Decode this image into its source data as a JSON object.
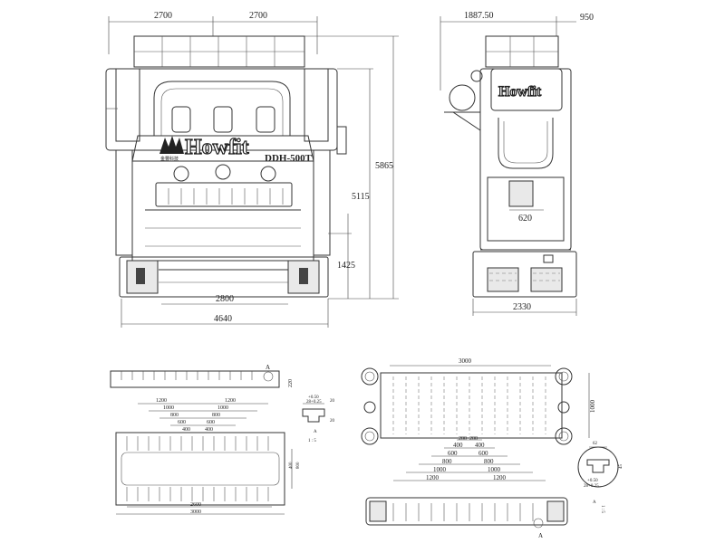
{
  "front_view": {
    "dims_top": [
      "2700",
      "2700"
    ],
    "dim_overall_height": "5865",
    "dim_height_5115": "5115",
    "dim_height_1425": "1425",
    "dim_bolster_width": "2800",
    "dim_overall_width": "4640",
    "brand": "Howfit",
    "model": "DDH-500T",
    "chinese_label": "金豐科技"
  },
  "side_view": {
    "dim_top_left": "1887.50",
    "dim_top_right": "950",
    "brand": "Howfit",
    "dim_620": "620",
    "dim_overall_depth": "2330"
  },
  "slide_detail": {
    "marker_A": "A",
    "dim_220": "220",
    "row_1200": [
      "1200",
      "1200"
    ],
    "row_1000": [
      "1000",
      "1000"
    ],
    "row_800": [
      "800",
      "800"
    ],
    "row_600": [
      "600",
      "600"
    ],
    "row_400": [
      "400",
      "400"
    ],
    "dim_2600": "2600",
    "dim_3000": "3000",
    "dim_400": "400",
    "dim_800": "800"
  },
  "tslot_small": {
    "tol_1": "+0.50",
    "tol_2": "28+0.25",
    "dim_20": "20",
    "dim_20b": "20",
    "label_A": "A",
    "scale": "1 : 5"
  },
  "bolster_detail": {
    "dim_3000": "3000",
    "dim_1000": "1000",
    "row_200": [
      "200",
      "200"
    ],
    "row_400": [
      "400",
      "400"
    ],
    "row_600": [
      "600",
      "600"
    ],
    "row_800": [
      "800",
      "800"
    ],
    "row_1000": [
      "1000",
      "1000"
    ],
    "row_1200": [
      "1200",
      "1200"
    ],
    "marker_A": "A"
  },
  "tslot_large": {
    "dim_62": "62",
    "tol_1": "+0.50",
    "tol_2": "28+0.25",
    "dim_45": "45",
    "label_A": "A",
    "scale": "1 : 5"
  }
}
